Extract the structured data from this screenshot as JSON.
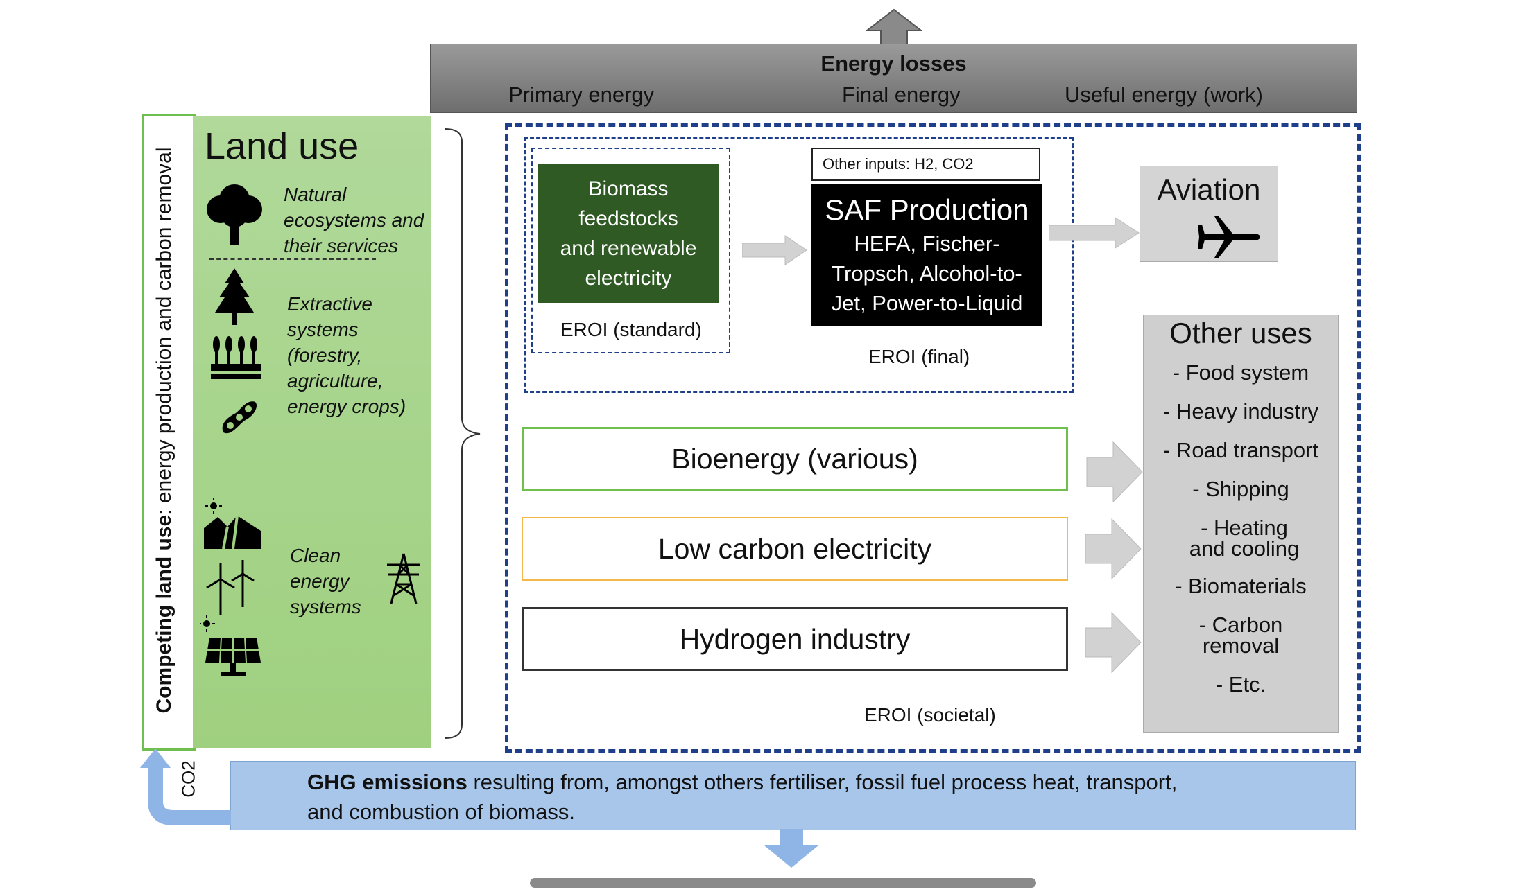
{
  "energy_losses": {
    "title": "Energy losses",
    "primary": "Primary energy",
    "final": "Final energy",
    "useful": "Useful energy (work)"
  },
  "land_use": {
    "competing_bold": "Competing land use",
    "competing_rest": ": energy production and carbon removal",
    "title": "Land use",
    "natural": [
      "Natural",
      "ecosystems and",
      "their services"
    ],
    "extractive": [
      "Extractive",
      "systems",
      "(forestry,",
      "agriculture,",
      "energy crops)"
    ],
    "clean": [
      "Clean",
      "energy",
      "systems"
    ]
  },
  "saf": {
    "biomass": [
      "Biomass",
      "feedstocks",
      "and renewable",
      "electricity"
    ],
    "eroi_standard": "EROI (standard)",
    "other_inputs": "Other inputs: H2, CO2",
    "title": "SAF Production",
    "pathways": [
      "HEFA, Fischer-",
      "Tropsch, Alcohol-to-",
      "Jet, Power-to-Liquid"
    ],
    "eroi_final": "EROI (final)",
    "aviation": "Aviation"
  },
  "sectors": {
    "bioenergy": "Bioenergy (various)",
    "low_carbon": "Low carbon electricity",
    "hydrogen": "Hydrogen industry",
    "eroi_societal": "EROI (societal)"
  },
  "other_uses": {
    "title": "Other uses",
    "items": [
      "- Food system",
      "- Heavy industry",
      "- Road transport",
      "- Shipping",
      "- Heating and cooling",
      "- Biomaterials",
      "- Carbon removal",
      "- Etc."
    ]
  },
  "ghg": {
    "bold": "GHG emissions",
    "rest": "resulting from, amongst others fertiliser, fossil fuel process heat, transport,",
    "line2": "and combustion of biomass.",
    "co2": "CO2"
  },
  "colors": {
    "green_border": "#6fbf4f",
    "green_panel": "#a6d486",
    "dark_green": "#2f5a24",
    "navy_dashed": "#1f3f8a",
    "ghg_blue": "#a8c6ea",
    "orange_border": "#f2b94a",
    "gray_box": "#cfcfcf"
  }
}
